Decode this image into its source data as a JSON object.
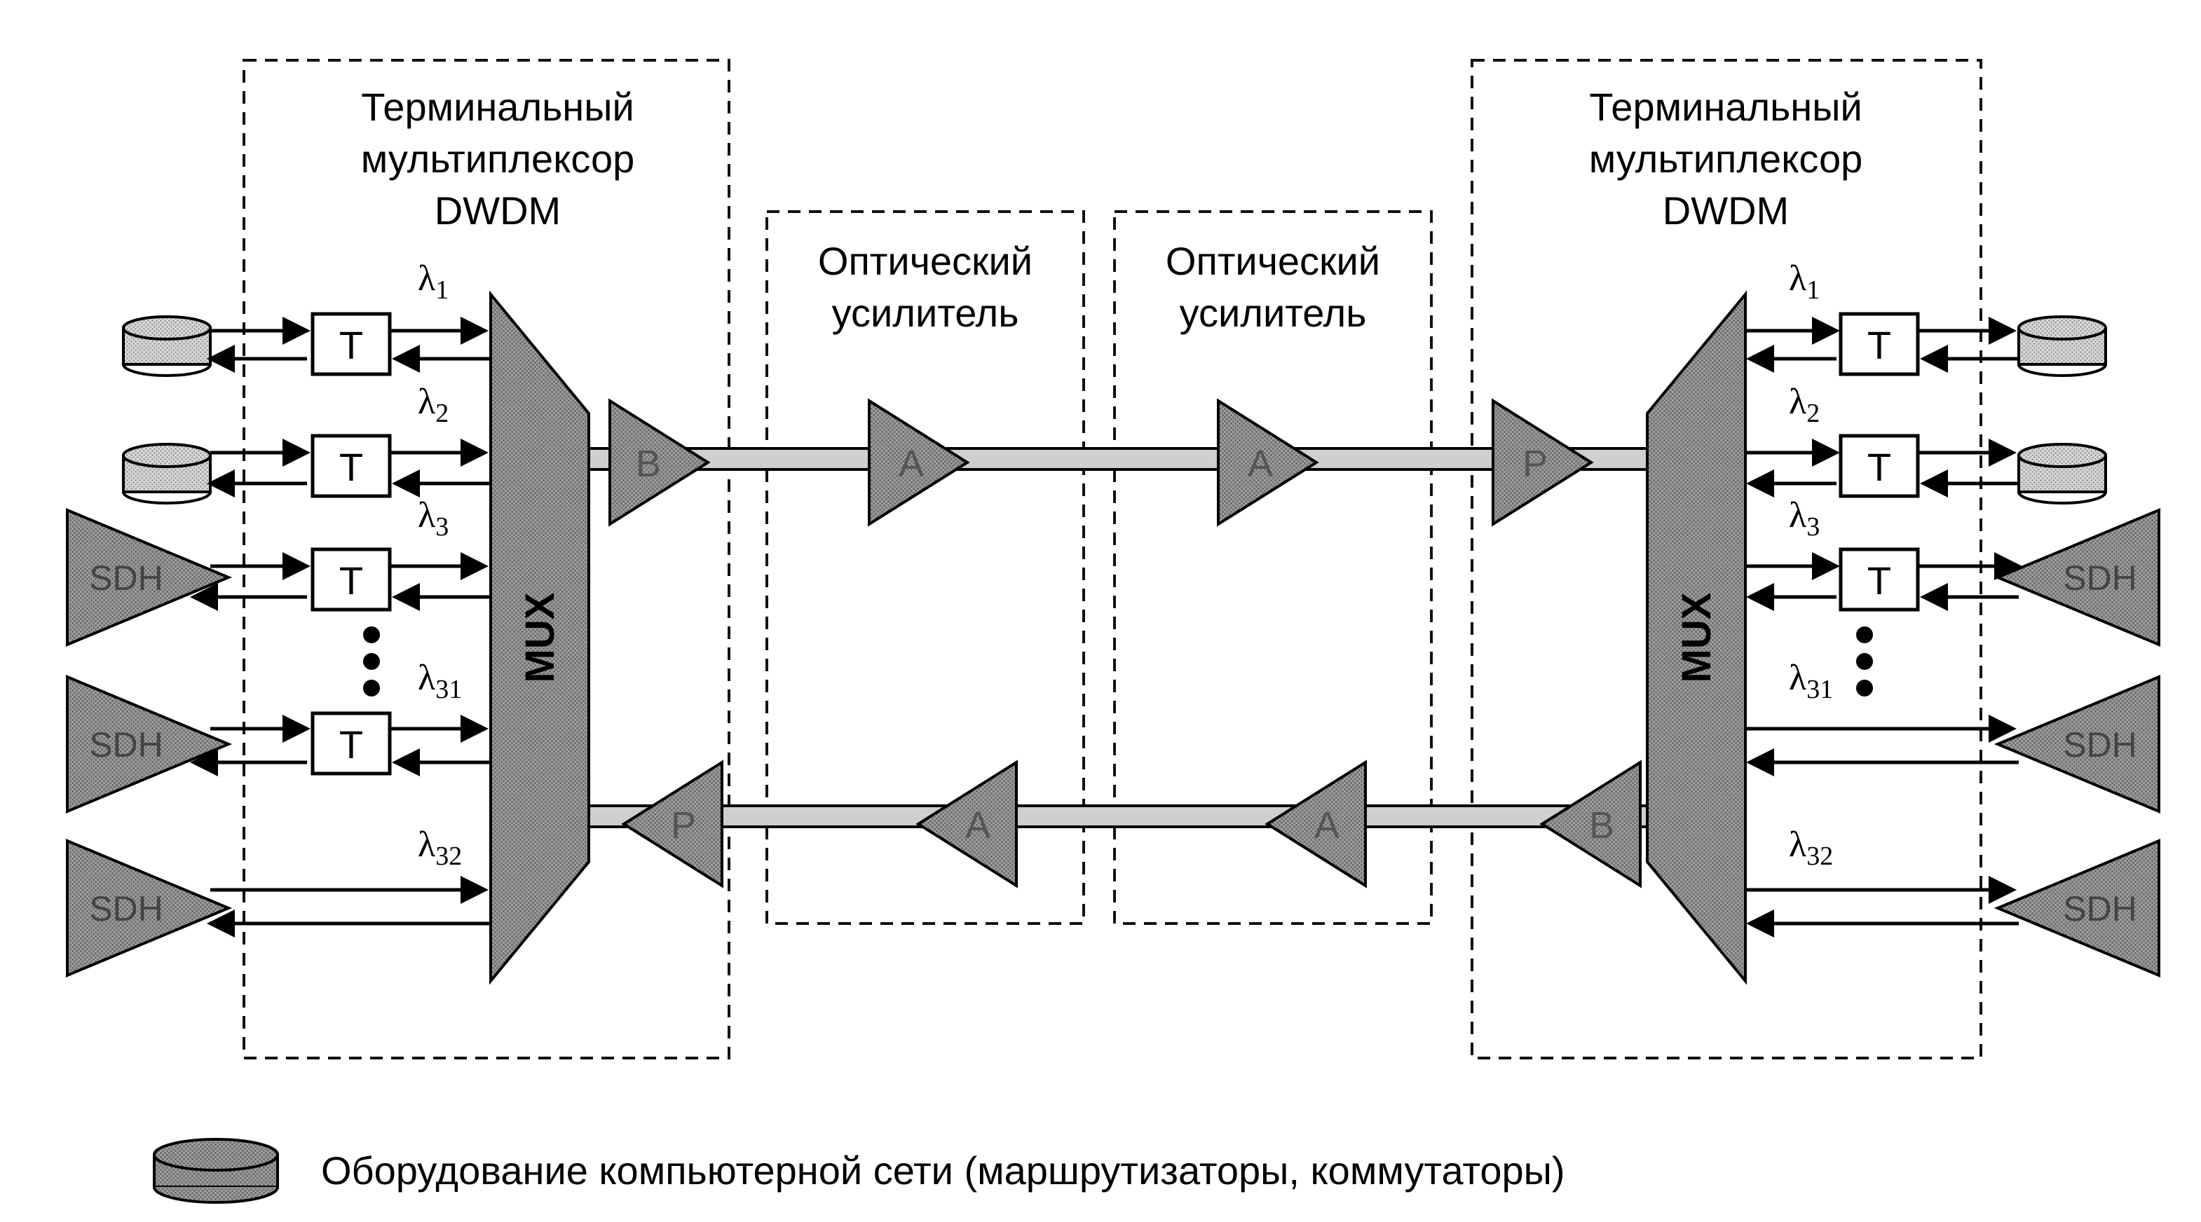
{
  "terminal_left": {
    "line1": "Терминальный",
    "line2": "мультиплексор",
    "line3": "DWDM"
  },
  "terminal_right": {
    "line1": "Терминальный",
    "line2": "мультиплексор",
    "line3": "DWDM"
  },
  "amplifier_1": {
    "line1": "Оптический",
    "line2": "усилитель"
  },
  "amplifier_2": {
    "line1": "Оптический",
    "line2": "усилитель"
  },
  "mux_label": "MUX",
  "transponder_label": "T",
  "sdh_label": "SDH",
  "booster_label": "B",
  "preamp_label": "P",
  "line_amp_label": "A",
  "lambda_symbol": "λ",
  "lambda_subscripts": [
    "1",
    "2",
    "3",
    "31",
    "32"
  ],
  "legend": {
    "icon": "router-disk-icon",
    "text": "Оборудование компьютерной сети (маршрутизаторы, коммутаторы)"
  },
  "colors": {
    "fill": "#9a9a9a",
    "fill_dark": "#7d7d7d",
    "fiber": "#cfcfcf"
  }
}
